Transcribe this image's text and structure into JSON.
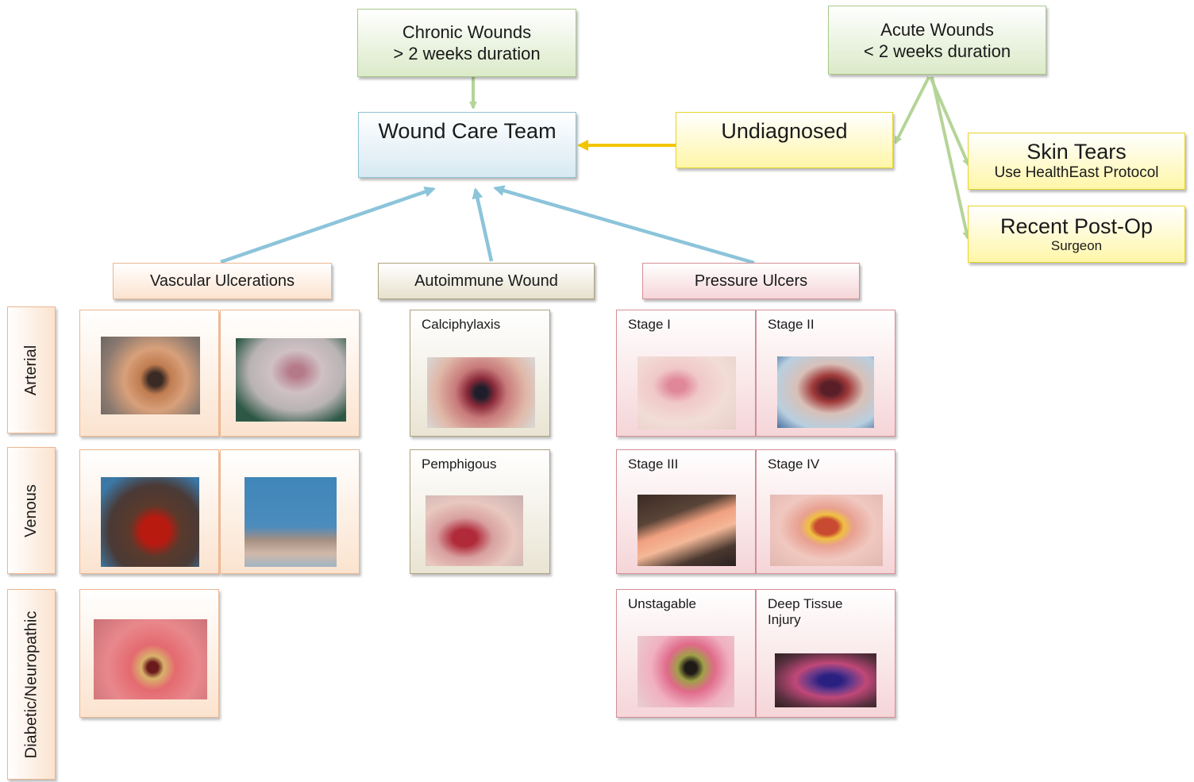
{
  "nodes": {
    "chronic": {
      "line1": "Chronic Wounds",
      "line2": "> 2 weeks duration"
    },
    "acute": {
      "line1": "Acute Wounds",
      "line2": "< 2 weeks duration"
    },
    "wound_care_team": "Wound Care Team",
    "undiagnosed": "Undiagnosed",
    "skin_tears": {
      "title": "Skin Tears",
      "sub": "Use HealthEast Protocol"
    },
    "post_op": {
      "title": "Recent Post-Op",
      "sub": "Surgeon"
    }
  },
  "categories": {
    "vascular": "Vascular Ulcerations",
    "autoimmune": "Autoimmune Wound",
    "pressure": "Pressure Ulcers"
  },
  "row_labels": {
    "arterial": "Arterial",
    "venous": "Venous",
    "diabetic": "Diabetic/Neuropathic"
  },
  "cards": {
    "calciphylaxis": "Calciphylaxis",
    "pemphigous": "Pemphigous",
    "stage1": "Stage I",
    "stage2": "Stage II",
    "stage3": "Stage III",
    "stage4": "Stage IV",
    "unstagable": "Unstagable",
    "deep_tissue": "Deep Tissue Injury"
  },
  "colors": {
    "green_arrow": "#b5d497",
    "blue_arrow": "#8cc4da",
    "yellow_arrow": "#f2c500"
  }
}
